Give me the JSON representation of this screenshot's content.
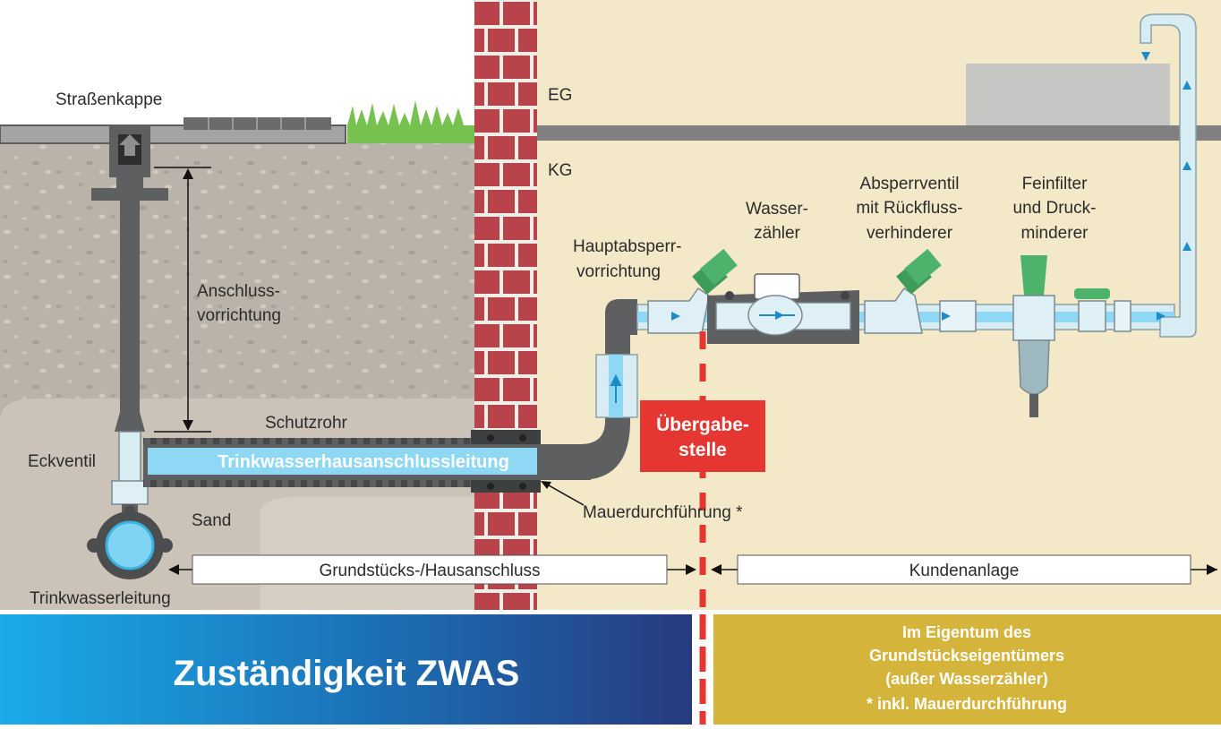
{
  "labels": {
    "street_cap": "Straßenkappe",
    "floor_eg": "EG",
    "floor_kg": "KG",
    "connector_l1": "Anschluss-",
    "connector_l2": "vorrichtung",
    "protective_pipe": "Schutzrohr",
    "main_pipe": "Trinkwasserhausanschlussleitung",
    "corner_valve": "Eckventil",
    "sand": "Sand",
    "water_main": "Trinkwasserleitung",
    "wall_passage": "Mauerdurchführung *",
    "main_shutoff_l1": "Hauptabsperr-",
    "main_shutoff_l2": "vorrichtung",
    "meter_l1": "Wasser-",
    "meter_l2": "zähler",
    "check_valve_l1": "Absperrventil",
    "check_valve_l2": "mit Rückfluss-",
    "check_valve_l3": "verhinderer",
    "filter_l1": "Feinfilter",
    "filter_l2": "und Druck-",
    "filter_l3": "minderer",
    "handover_l1": "Übergabe-",
    "handover_l2": "stelle"
  },
  "ranges": {
    "left": "Grundstücks-/Hausanschluss",
    "right": "Kundenanlage"
  },
  "footer": {
    "left_title": "Zuständigkeit ZWAS",
    "right_l1": "Im Eigentum des",
    "right_l2": "Grundstückseigentümers",
    "right_l3": "(außer Wasserzähler)",
    "right_l4": "* inkl. Mauerdurchführung"
  },
  "colors": {
    "soil": "#bcb5ab",
    "sand": "#cbc3b8",
    "basement": "#f3e9c8",
    "brick": "#b9454a",
    "pipe": "#606162",
    "water": "#8fd8f5",
    "handover": "#e63632",
    "footer_left_start": "#1ba9e8",
    "footer_left_end": "#253d83",
    "footer_right": "#d4b43a"
  }
}
